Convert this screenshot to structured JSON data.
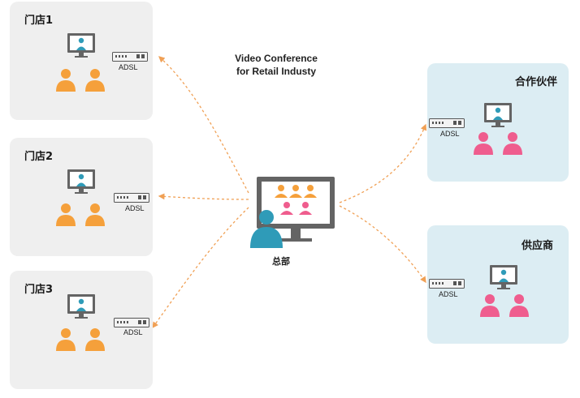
{
  "title": {
    "line1": "Video Conference",
    "line2": "for Retail Industy"
  },
  "hq": {
    "label": "总部"
  },
  "stores": [
    {
      "label": "门店1",
      "device": "ADSL"
    },
    {
      "label": "门店2",
      "device": "ADSL"
    },
    {
      "label": "门店3",
      "device": "ADSL"
    }
  ],
  "partners": [
    {
      "label": "合作伙伴",
      "device": "ADSL"
    },
    {
      "label": "供应商",
      "device": "ADSL"
    }
  ],
  "colors": {
    "store_bg": "#efefef",
    "partner_bg": "#dcedf3",
    "orange": "#f5a03b",
    "pink": "#ef5d8e",
    "teal": "#2f9bb8",
    "monitor": "#646464",
    "arrow": "#f0a055"
  },
  "icons": [
    "monitor-icon",
    "person-icon",
    "adsl-router-icon",
    "dashed-arrow"
  ]
}
